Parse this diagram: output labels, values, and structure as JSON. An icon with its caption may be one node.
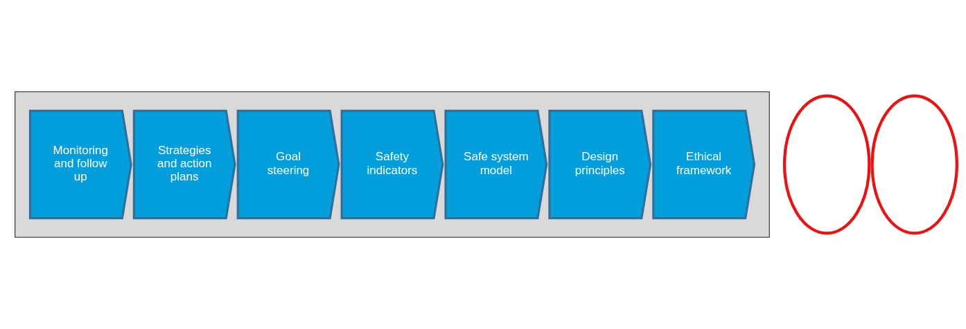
{
  "diagram": {
    "nodes": [
      {
        "text": [],
        "shape": "arrow"
      },
      {
        "text": [
          "Ethical framework"
        ],
        "in": 0
      },
      {
        "text": [
          "Design principles"
        ],
        "in": 0
      },
      {
        "text": [
          "Safe system model"
        ],
        "in": 0
      },
      {
        "text": [
          "Safety indicators"
        ],
        "in": 0
      },
      {
        "text": [
          "Goal steering"
        ],
        "in": 0
      },
      {
        "text": [
          "Strategies and action plans"
        ],
        "in": 0
      },
      {
        "text": [
          "Monitoring and follow up"
        ],
        "in": 0
      },
      {
        "text": [],
        "shape": "circle"
      },
      {
        "text": [],
        "shape": "circle"
      }
    ],
    "edges": []
  }
}
